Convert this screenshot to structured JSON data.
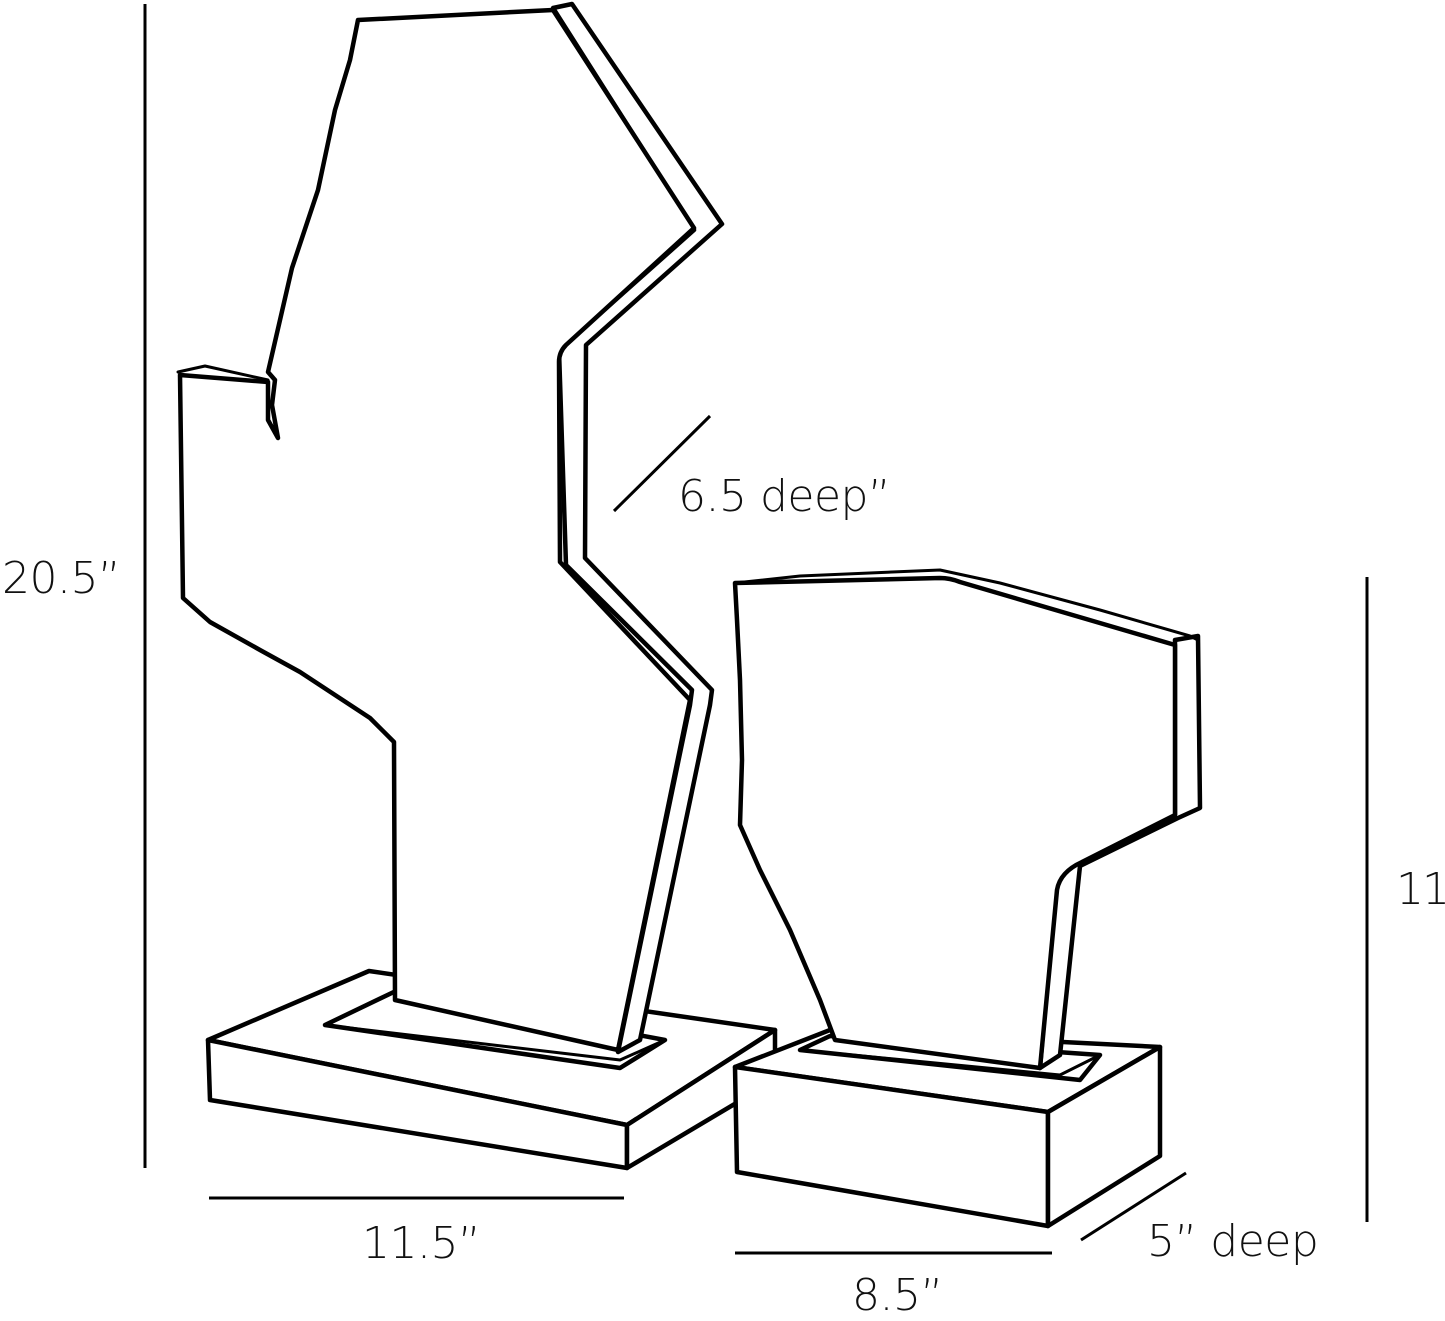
{
  "diagram": {
    "type": "product dimension line drawing",
    "line_color": "#000000",
    "background": "#ffffff",
    "items": [
      {
        "name": "tall sculpture",
        "dimensions": {
          "height": "20.5”",
          "width": "11.5”",
          "depth": "6.5 deep”"
        }
      },
      {
        "name": "short sculpture",
        "dimensions": {
          "height": "11”",
          "width": "8.5”",
          "depth": "5” deep"
        }
      }
    ]
  },
  "labels": {
    "tall_height": "20.5”",
    "tall_width": "11.5”",
    "tall_depth": "6.5 deep”",
    "short_height": "11”",
    "short_width": "8.5”",
    "short_depth": "5” deep"
  }
}
